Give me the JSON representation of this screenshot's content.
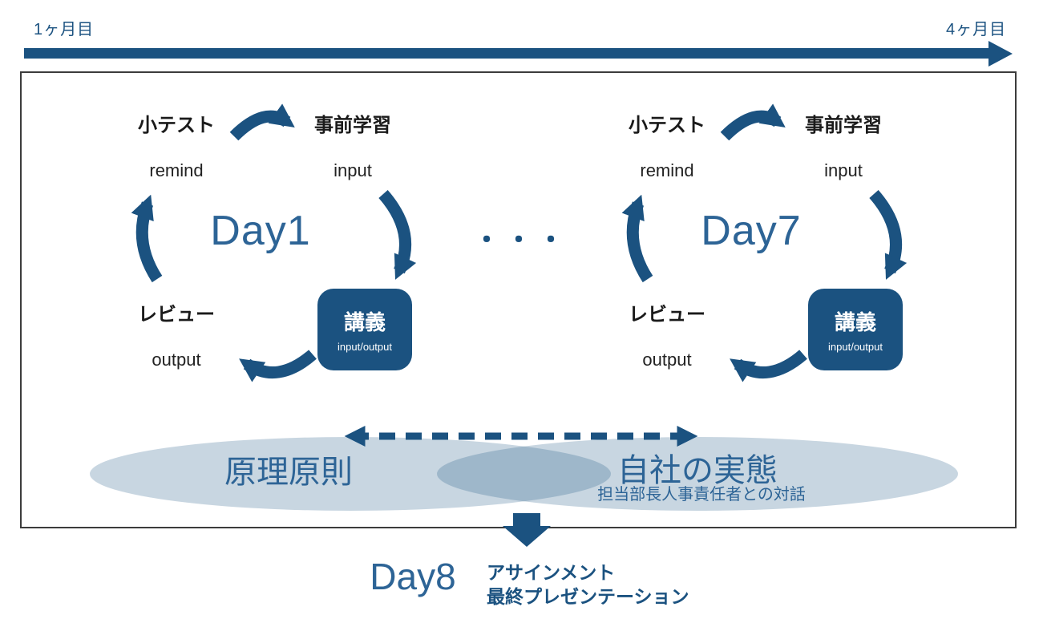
{
  "timeline": {
    "start_label": "1ヶ月目",
    "end_label": "4ヶ月目"
  },
  "cycles": [
    {
      "day": "Day1",
      "quiz_label": "小テスト",
      "quiz_sub": "remind",
      "prestudy_label": "事前学習",
      "prestudy_sub": "input",
      "lecture_label": "講義",
      "lecture_sub": "input/output",
      "review_label": "レビュー",
      "review_sub": "output"
    },
    {
      "day": "Day7",
      "quiz_label": "小テスト",
      "quiz_sub": "remind",
      "prestudy_label": "事前学習",
      "prestudy_sub": "input",
      "lecture_label": "講義",
      "lecture_sub": "input/output",
      "review_label": "レビュー",
      "review_sub": "output"
    }
  ],
  "ellipsis": "・・・",
  "themes": {
    "left_label": "原理原則",
    "right_label": "自社の実態",
    "right_sub": "担当部長人事責任者との対話"
  },
  "final": {
    "day": "Day8",
    "line1": "アサインメント",
    "line2": "最終プレゼンテーション"
  },
  "colors": {
    "primary": "#1b5280",
    "day_text": "#2d6496",
    "theme_text": "#2d6496",
    "text_dark": "#1a1a1a",
    "border": "#3c3c3c",
    "ellipse_fill": "#c8d5e0",
    "ellipse_overlap": "#9fb6c9"
  }
}
